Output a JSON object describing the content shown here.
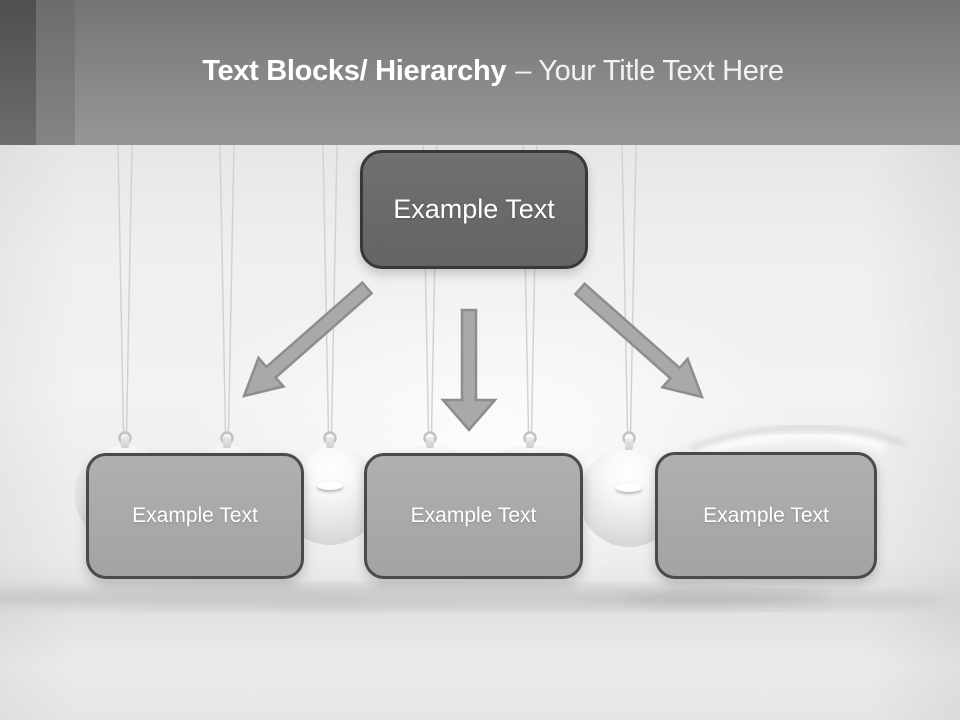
{
  "header": {
    "title_primary": "Text Blocks/ Hierarchy",
    "title_secondary": "– Your Title Text Here"
  },
  "diagram": {
    "root": {
      "label": "Example Text"
    },
    "children": [
      {
        "label": "Example Text"
      },
      {
        "label": "Example Text"
      },
      {
        "label": "Example Text"
      }
    ],
    "arrows": [
      "arrow-down-left",
      "arrow-down",
      "arrow-down-right"
    ]
  },
  "background": {
    "pendulum_ball_count": 6
  },
  "colors": {
    "header_band_dark": "#4f4f4f",
    "header_band_mid": "#6c6c6c",
    "header_main": "#8a8a8a",
    "title_text": "#ffffff",
    "root_box_fill": "#696969",
    "root_box_border": "#383838",
    "child_box_fill": "#a9a9a9",
    "child_box_border": "#4a4a4a",
    "arrow_fill": "#a9a9a9",
    "arrow_stroke": "#8d8d8d",
    "background_light": "#f2f2f2"
  }
}
